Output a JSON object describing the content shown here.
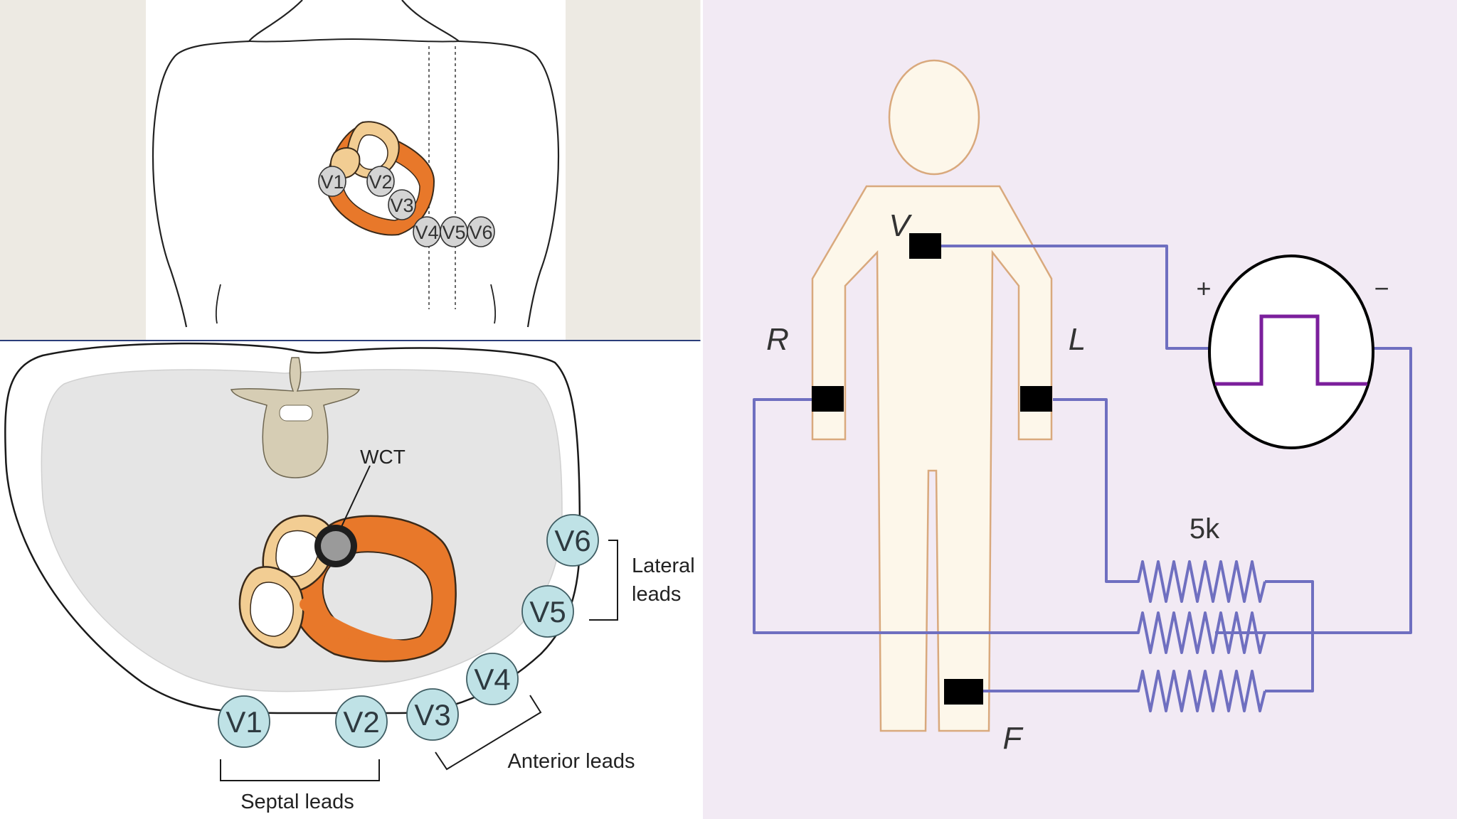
{
  "top_left": {
    "lead_labels": [
      "V1",
      "V2",
      "V3",
      "V4",
      "V5",
      "V6"
    ]
  },
  "bottom_left": {
    "wct_label": "WCT",
    "leads": [
      "V1",
      "V2",
      "V3",
      "V4",
      "V5",
      "V6"
    ],
    "groups": {
      "septal": "Septal leads",
      "anterior": "Anterior leads",
      "lateral_line1": "Lateral",
      "lateral_line2": "leads"
    }
  },
  "right": {
    "labels": {
      "v": "V",
      "r": "R",
      "l": "L",
      "f": "F"
    },
    "resistor_label": "5k",
    "plus": "+",
    "minus": "−"
  },
  "colors": {
    "heart_orange": "#e8782a",
    "heart_tan": "#f2cd93",
    "lead_circle_light": "#d4d4d4",
    "lead_circle_teal": "#bfe2e6",
    "wire_blue": "#6f6fc0",
    "signal_purple": "#7b1f9c",
    "right_background": "#f2eaf4",
    "body_fill": "#fdf7ea"
  }
}
